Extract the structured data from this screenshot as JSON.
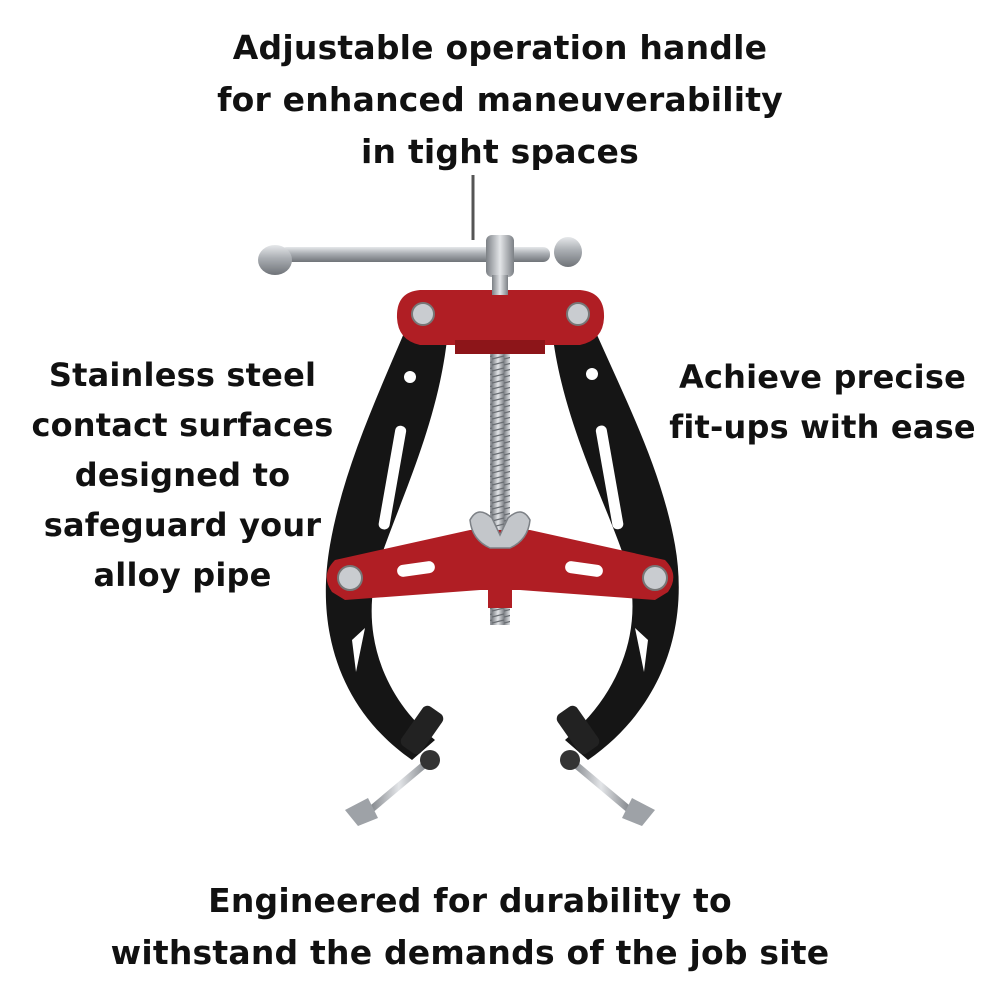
{
  "captions": {
    "top": [
      "Adjustable operation handle",
      "for enhanced maneuverability",
      "in tight spaces"
    ],
    "left": [
      "Stainless steel",
      "contact surfaces",
      "designed to",
      "safeguard your",
      "alloy pipe"
    ],
    "right": [
      "Achieve precise",
      "fit-ups with ease"
    ],
    "bottom": [
      "Engineered for durability to",
      "withstand the demands of the job site"
    ]
  },
  "colors": {
    "arm": "#151515",
    "plate": "#b01e24",
    "steel": "#b9bcc0",
    "callout_line": "#555555"
  }
}
